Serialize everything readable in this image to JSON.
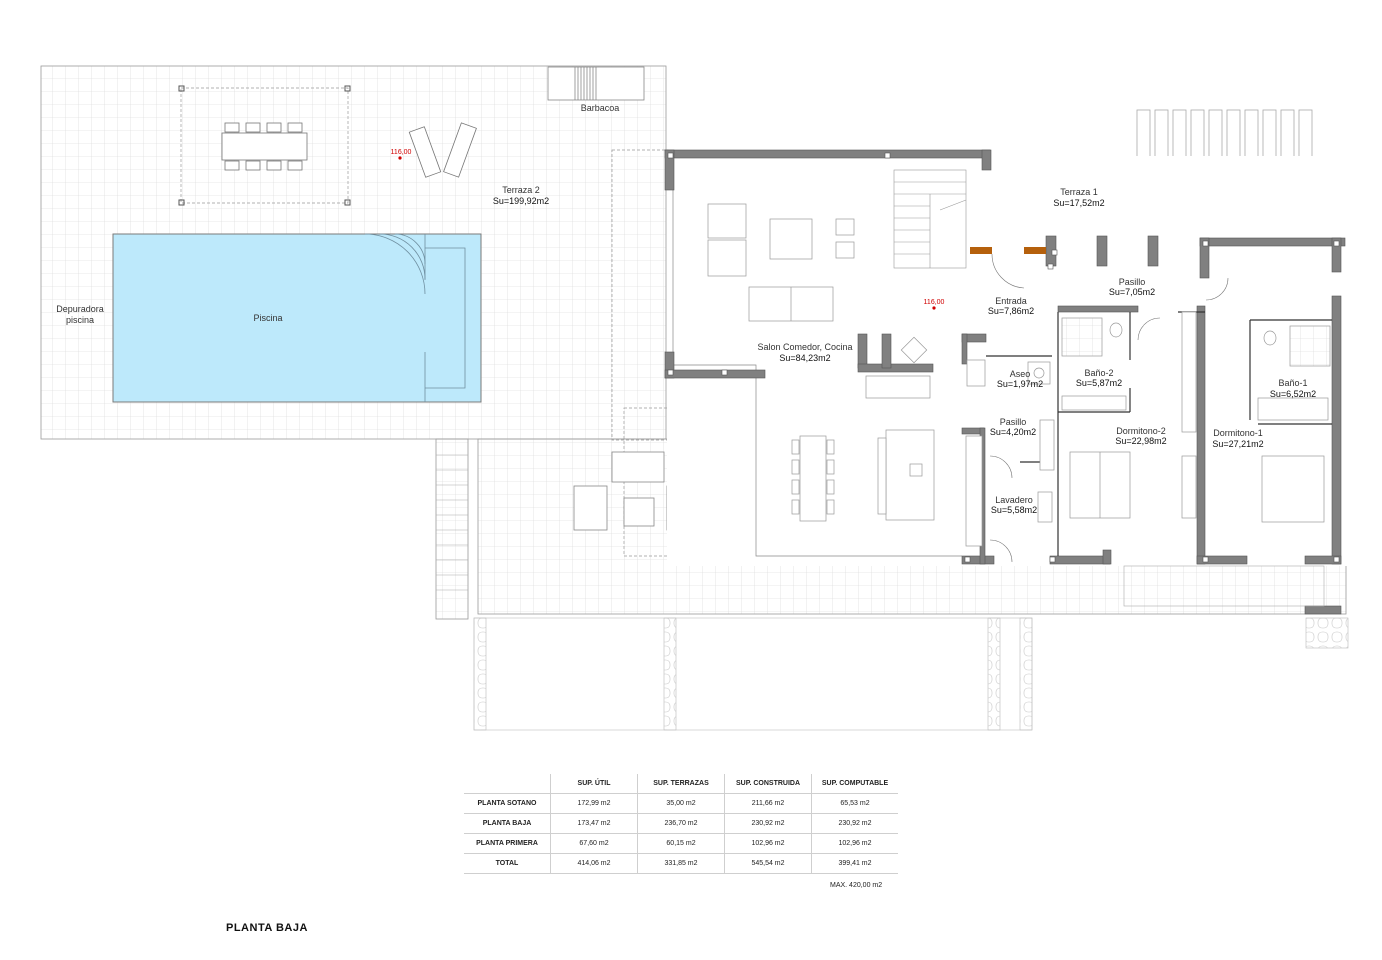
{
  "rooms": {
    "terraza2": {
      "label": "Terraza 2",
      "area": "Su=199,92m2"
    },
    "terraza1": {
      "label": "Terraza 1",
      "area": "Su=17,52m2"
    },
    "barbacoa": {
      "label": "Barbacoa"
    },
    "piscina": {
      "label": "Piscina"
    },
    "depuradora_l1": "Depuradora",
    "depuradora_l2": "piscina",
    "salon": {
      "label": "Salon Comedor, Cocina",
      "area": "Su=84,23m2"
    },
    "entrada": {
      "label": "Entrada",
      "area": "Su=7,86m2"
    },
    "pasillo1": {
      "label": "Pasillo",
      "area": "Su=7,05m2"
    },
    "aseo": {
      "label": "Aseo",
      "area": "Su=1,97m2"
    },
    "bano2": {
      "label": "Baño-2",
      "area": "Su=5,87m2"
    },
    "bano1": {
      "label": "Baño-1",
      "area": "Su=6,52m2"
    },
    "pasillo2": {
      "label": "Pasillo",
      "area": "Su=4,20m2"
    },
    "dormitorio2": {
      "label": "Dormitono-2",
      "area": "Su=22,98m2"
    },
    "dormitorio1": {
      "label": "Dormitono-1",
      "area": "Su=27,21m2"
    },
    "lavadero": {
      "label": "Lavadero",
      "area": "Su=5,58m2"
    }
  },
  "levels": [
    "116,00",
    "116,00"
  ],
  "area_table": {
    "headers": [
      "SUP. ÚTIL",
      "SUP. TERRAZAS",
      "SUP. CONSTRUIDA",
      "SUP. COMPUTABLE"
    ],
    "rows": [
      {
        "name": "PLANTA SOTANO",
        "values": [
          "172,99 m2",
          "35,00 m2",
          "211,66 m2",
          "65,53 m2"
        ]
      },
      {
        "name": "PLANTA BAJA",
        "values": [
          "173,47 m2",
          "236,70 m2",
          "230,92 m2",
          "230,92 m2"
        ]
      },
      {
        "name": "PLANTA PRIMERA",
        "values": [
          "67,60 m2",
          "60,15 m2",
          "102,96 m2",
          "102,96 m2"
        ]
      },
      {
        "name": "TOTAL",
        "values": [
          "414,06 m2",
          "331,85 m2",
          "545,54 m2",
          "399,41 m2"
        ]
      }
    ],
    "max_note": "MAX. 420,00 m2"
  },
  "plan_title": "PLANTA BAJA",
  "colors": {
    "pool": "#bde9fb",
    "wall": "#808080",
    "door_accent": "#b5600c",
    "level_mark": "#d00000"
  }
}
